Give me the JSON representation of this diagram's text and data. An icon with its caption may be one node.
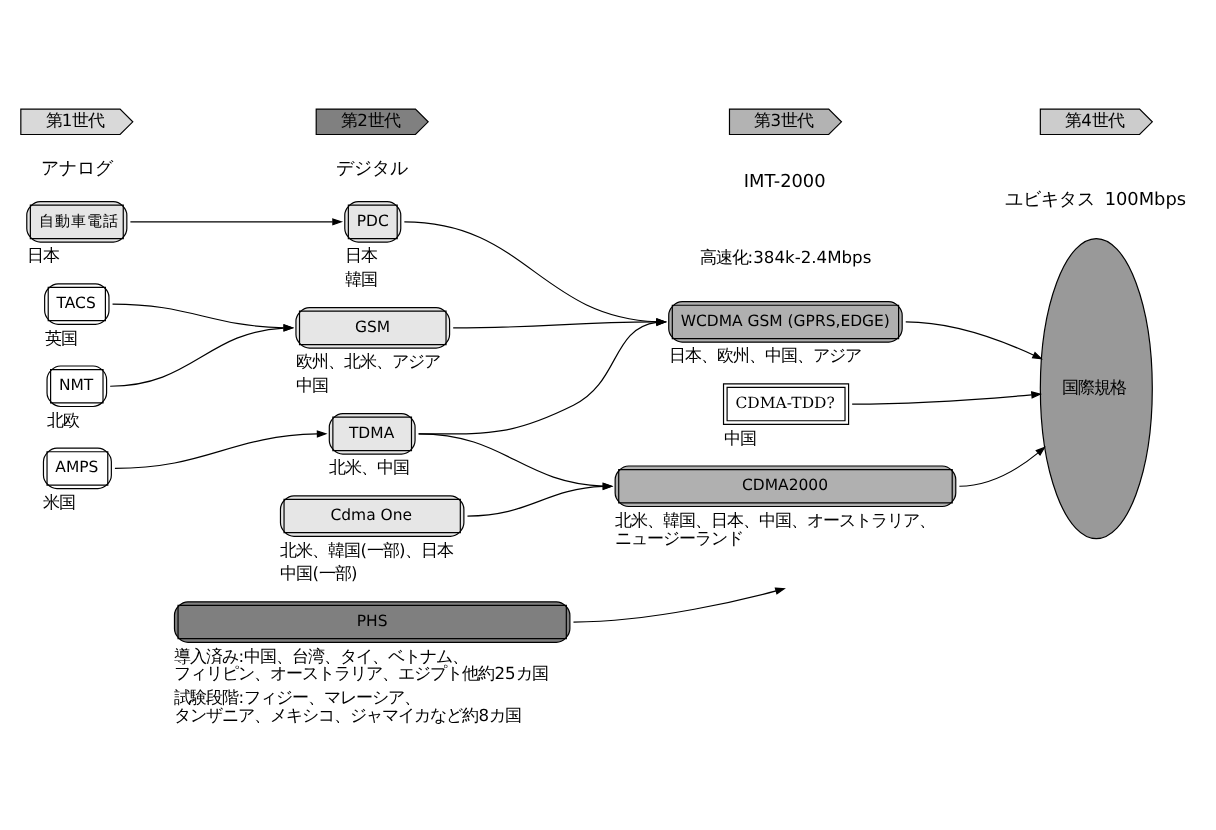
{
  "diagram": {
    "nodes": [
      {
        "text": [
          "第1世代"
        ],
        "beside": [
          "アナログ"
        ]
      },
      {
        "text": [
          "第2世代"
        ],
        "beside": [
          "デジタル"
        ]
      },
      {
        "text": [
          "第3世代"
        ],
        "beside": [
          "IMT-2000"
        ]
      },
      {
        "text": [
          "第4世代"
        ],
        "beside": [
          "ユビキタス",
          "100Mbps"
        ]
      },
      {
        "text": [
          "自動車電話"
        ],
        "beside": [
          "日本"
        ]
      },
      {
        "text": [
          "PDC"
        ],
        "beside": [
          "日本",
          "韓国"
        ]
      },
      {
        "text": [
          "TACS"
        ],
        "beside": [
          "英国"
        ]
      },
      {
        "text": [
          "NMT"
        ],
        "beside": [
          "北欧"
        ]
      },
      {
        "text": [
          "GSM"
        ],
        "beside": [
          "欧州、北米、アジア",
          "中国"
        ]
      },
      {
        "text": [
          "AMPS"
        ],
        "beside": [
          "米国"
        ]
      },
      {
        "text": [
          "TDMA"
        ],
        "beside": [
          "北米、中国"
        ]
      },
      {
        "text": [
          "Cdma One"
        ],
        "beside": [
          "北米、韓国(一部)、日本",
          "中国(一部)"
        ]
      },
      {
        "text": [
          "WCDMA GSM (GPRS,EDGE)"
        ],
        "beside": [
          "日本、欧州、中国、アジア"
        ]
      },
      {
        "text": [
          "CDMA-TDD?"
        ],
        "beside": [
          "中国"
        ]
      },
      {
        "text": [
          "CDMA2000"
        ],
        "beside": [
          "北米、韓国、日本、中国、オーストラリア、ニュージーランド"
        ]
      },
      {
        "text": [
          "国際規格"
        ]
      },
      {
        "text": [
          "PHS"
        ],
        "beside": [
          "導入済み:中国、台湾、タイ、ベトナム、フィリピン、オーストラリア、エジプト他約25カ国",
          "試験段階:フィジー、マレーシア、タンザニア、メキシコ、ジャマイカなど約8カ国"
        ]
      }
    ],
    "edges": [
      {
        "from": 4,
        "to": 5,
        "arrow": "to"
      },
      {
        "from": 6,
        "to": 8,
        "arrow": "to"
      },
      {
        "from": 7,
        "to": 8,
        "arrow": "to"
      },
      {
        "from": 9,
        "to": 10,
        "arrow": "to"
      },
      {
        "from": 5,
        "to": 12,
        "arrow": "to"
      },
      {
        "from": 8,
        "to": 12,
        "arrow": "to"
      },
      {
        "from": 10,
        "to": 12,
        "arrow": "to"
      },
      {
        "from": 10,
        "to": 14,
        "arrow": "to"
      },
      {
        "from": 11,
        "to": 14,
        "arrow": "to"
      },
      {
        "from": 12,
        "to": 15,
        "arrow": "to"
      },
      {
        "from": 13,
        "to": 15,
        "arrow": "to"
      },
      {
        "from": 14,
        "to": 15,
        "arrow": "to"
      },
      {
        "from": 16,
        "to": null,
        "arrow": "to"
      }
    ],
    "labels": [
      "高速化:384k-2.4Mbps"
    ]
  }
}
